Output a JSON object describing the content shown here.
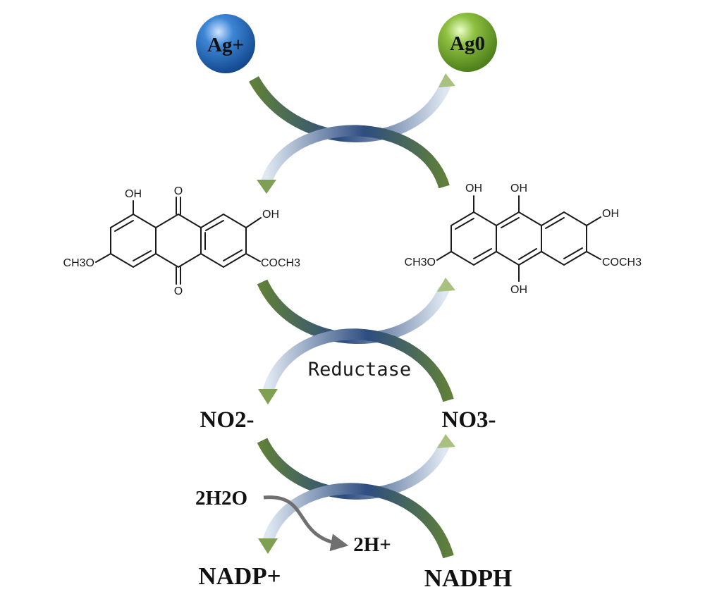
{
  "ions": {
    "silver_ion": "Ag+",
    "silver_metal": "Ag0"
  },
  "colors": {
    "ion_blue": "#1f63b3",
    "ion_green": "#77ab33",
    "arrow_green": "#6e8c48",
    "arrow_blue": "#2f4f80",
    "side_arrow": "#707070"
  },
  "molecules": {
    "oxidized": {
      "oh_top": "OH",
      "oh_right": "OH",
      "o_top": "O",
      "o_bottom": "O",
      "methoxy": "CH3O",
      "acetyl": "COCH3"
    },
    "reduced": {
      "oh_1": "OH",
      "oh_2": "OH",
      "oh_3": "OH",
      "oh_bottom": "OH",
      "methoxy": "CH3O",
      "acetyl": "COCH3"
    }
  },
  "enzyme": "Reductase",
  "species": {
    "nitrite": "NO2-",
    "nitrate": "NO3-",
    "water": "2H2O",
    "protons": "2H+",
    "nadp": "NADP+",
    "nadph": "NADPH"
  }
}
